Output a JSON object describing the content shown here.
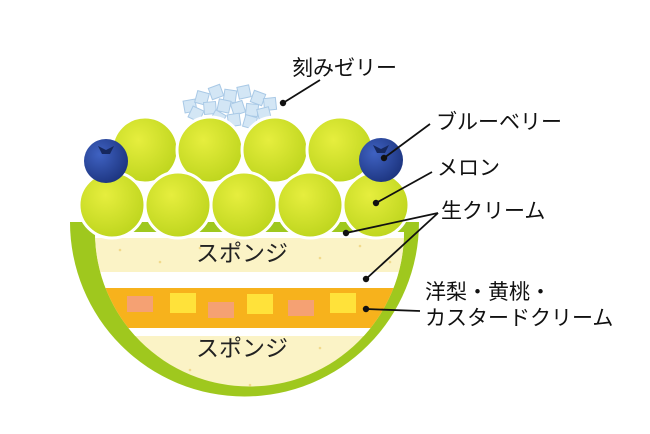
{
  "labels": {
    "jelly": "刻みゼリー",
    "blueberry": "ブルーベリー",
    "melon": "メロン",
    "cream": "生クリーム",
    "fruit_line1": "洋梨・黄桃・",
    "fruit_line2": "カスタードクリーム",
    "sponge_upper": "スポンジ",
    "sponge_lower": "スポンジ"
  },
  "colors": {
    "bowl": "#9fc81e",
    "melon": "#c6dc1e",
    "melon_outline": "#ffffff",
    "blueberry": "#2a4aa0",
    "sponge": "#fbf3c6",
    "cream": "#ffffff",
    "custard": "#f7b21c",
    "pear": "#ffe23a",
    "peach": "#f5a173",
    "jelly": "#cfe3f3",
    "leader_line": "#111111"
  }
}
